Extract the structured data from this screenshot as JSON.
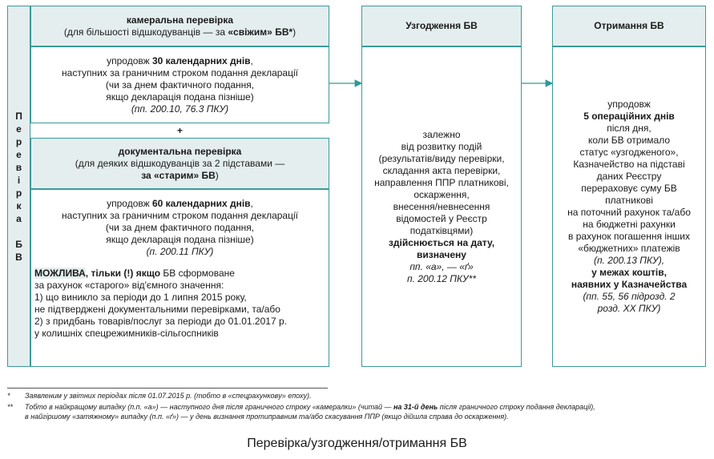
{
  "left_label": "Перевірка БВ",
  "kameralna": {
    "title": "камеральна перевірка",
    "subtitle_pre": "(для більшості відшкодуванців — за ",
    "subtitle_bold": "«свіжим» БВ*",
    "subtitle_post": ")",
    "body_pre": "упродовж ",
    "body_bold": "30 календарних днів",
    "body_post": ",",
    "line2": "наступних за граничним строком подання декларації",
    "line3": "(чи за днем фактичного подання,",
    "line4": "якщо декларація подана пізніше)",
    "ref": "(пп. 200.10, 76.3 ПКУ)"
  },
  "plus": "+",
  "dokumentalna": {
    "title": "документальна перевірка",
    "subtitle1": "(для деяких відшкодуванців за 2 підставами —",
    "subtitle2_bold": "за «старим» БВ",
    "subtitle2_post": ")",
    "body_pre": "упродовж ",
    "body_bold": "60 календарних днів",
    "body_post": ",",
    "line2": "наступних за граничним строком подання декларації",
    "line3": "(чи за днем фактичного подання,",
    "line4": "якщо декларація подана пізніше)",
    "ref": "(п. 200.11 ПКУ)",
    "maybe_bold1": "МОЖЛИВА",
    "maybe_bold2": ", тільки (!) якщо",
    "maybe_rest": " БВ сформоване",
    "m2": "за рахунок «старого» від'ємного значення:",
    "m3": "1) що виникло за періоди до 1 липня 2015 року,",
    "m4": "не підтверджені документальними перевірками, та/або",
    "m5": "2) з придбань товарів/послуг за періоди до 01.01.2017 р.",
    "m6": "у колишніх спецрежимників-сільгоспників"
  },
  "uzgodzhennia": {
    "title": "Узгодження БВ",
    "l1": "залежно",
    "l2": "від розвитку подій",
    "l3": "(результатів/виду перевірки,",
    "l4": "складання акта перевірки,",
    "l5": "направлення ППР платникові,",
    "l6": "оскарження,",
    "l7": "внесення/невнесення",
    "l8": "відомостей у Реєстр",
    "l9": "податківцями)",
    "b1": "здійснюється на дату,",
    "b2": "визначену",
    "r1": "пп. «а», — «ґ»",
    "r2": "п. 200.12 ПКУ**"
  },
  "otrymannia": {
    "title": "Отримання БВ",
    "l1": "упродовж",
    "b1": "5 операційних днів",
    "l2": "після дня,",
    "l3": "коли БВ отримало",
    "l4": "статус «узгодженого»,",
    "l5": "Казначейство на підставі",
    "l6": "даних Реєстру",
    "l7": "перераховує суму БВ",
    "l8": "платникові",
    "l9": "на поточний рахунок та/або",
    "l10": "на бюджетні рахунки",
    "l11": "в рахунок погашення інших",
    "l12": "«бюджетних» платежів",
    "r1": "(п. 200.13 ПКУ),",
    "b2": "у межах коштів,",
    "b3": "наявних у Казначейства",
    "r2": "(пп. 55, 56 підрозд. 2",
    "r3": "розд. ХХ ПКУ)"
  },
  "footnotes": {
    "f1_mark": "*",
    "f1_text": "Заявленим у звітних періодах після 01.07.2015 р. (тобто в «спецрахунковy» епоху).",
    "f2_mark": "**",
    "f2_pre": "Тобто в найкращому випадку (п.п. «а») — наступного дня після граничного строку «камералки» (читай — ",
    "f2_bold": "на 31-й день",
    "f2_post": " після граничного строку подання декларації),",
    "f2_line2_pre": "в найгіршому «затяжному» випадку (п.п. «ґ») — у день визнання протиправним та/або скасування ППР (якщо дійшла справа до оскарження)."
  },
  "caption": "Перевірка/узгодження/отримання БВ",
  "colors": {
    "border": "#3a9a9a",
    "header_fill": "#e5eeee",
    "arrow": "#2a9a9a"
  }
}
